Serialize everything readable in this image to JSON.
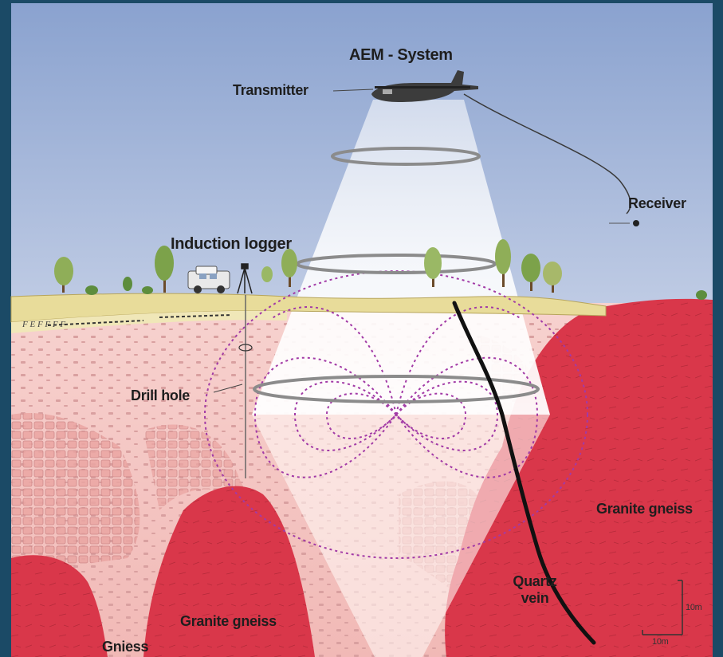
{
  "labels": {
    "aem_system": "AEM - System",
    "transmitter": "Transmitter",
    "receiver": "Receiver",
    "induction_logger": "Induction logger",
    "drill_hole": "Drill hole",
    "granite_gneiss_right": "Granite gneiss",
    "granite_gneiss_bottom": "Granite gneiss",
    "gneiss": "Gniess",
    "quartz_vein_line1": "Quartz",
    "quartz_vein_line2": "vein",
    "scale_vertical": "10m",
    "scale_horizontal": "10m"
  },
  "colors": {
    "background_frame": "#1b4a66",
    "sky_top": "#8fa6d2",
    "sky_bottom": "#f2eee6",
    "topsoil": "#e8dc9a",
    "weathered_zone": "#f3c6c2",
    "bedrock": "#d9374a",
    "field_lines": "#a23aa6",
    "beam": "#ffffff",
    "quartz_vein": "#111111"
  },
  "icons": [
    "aircraft-icon",
    "vehicle-icon",
    "tripod-icon",
    "tree-icon",
    "receiver-bird-icon"
  ]
}
